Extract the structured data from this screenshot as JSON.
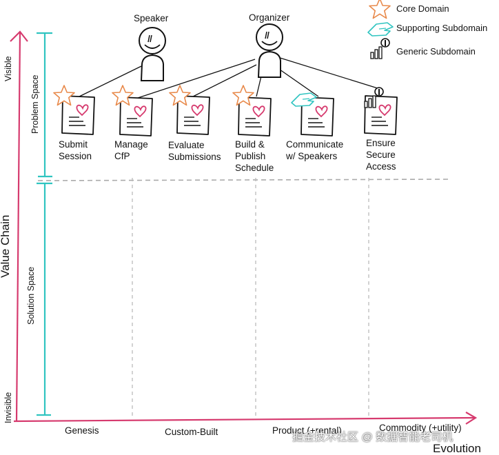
{
  "actors": [
    {
      "label": "Speaker"
    },
    {
      "label": "Organizer"
    }
  ],
  "legend": [
    {
      "icon": "star-icon",
      "label": "Core Domain",
      "color": "#e8894a"
    },
    {
      "icon": "handshake-icon",
      "label": "Supporting Subdomain",
      "color": "#2fc4c0"
    },
    {
      "icon": "gear-bars-icon",
      "label": "Generic Subdomain",
      "color": "#222222"
    }
  ],
  "domains": [
    {
      "label": "Submit\nSession",
      "type": "core"
    },
    {
      "label": "Manage\nCfP",
      "type": "core"
    },
    {
      "label": "Evaluate\nSubmissions",
      "type": "core"
    },
    {
      "label": "Build &\nPublish\nSchedule",
      "type": "core"
    },
    {
      "label": "Communicate\nw/ Speakers",
      "type": "supporting"
    },
    {
      "label": "Ensure\nSecure\nAccess",
      "type": "generic"
    }
  ],
  "axes": {
    "y_title": "Value Chain",
    "y_top": "Visible",
    "y_bottom": "Invisible",
    "x_title": "Evolution",
    "problem_space": "Problem Space",
    "solution_space": "Solution Space",
    "phases": [
      "Genesis",
      "Custom-Built",
      "Product (+rental)",
      "Commodity (+utility)"
    ]
  },
  "colors": {
    "axis": "#d63a6e",
    "bracket": "#2fc4c0",
    "heart": "#d63a6e",
    "star": "#e8894a"
  },
  "watermark": "掘金技术社区 @ 数据智能老司机"
}
